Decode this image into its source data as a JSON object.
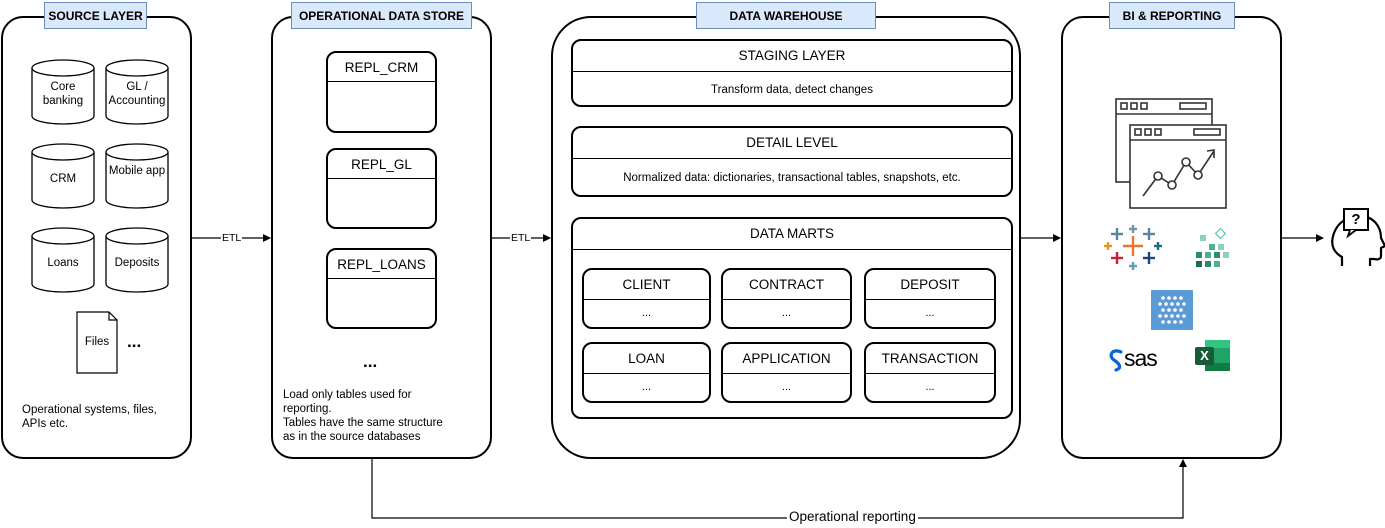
{
  "source_layer": {
    "header": "SOURCE LAYER",
    "systems": [
      "Core banking",
      "GL / Accounting",
      "CRM",
      "Mobile app",
      "Loans",
      "Deposits"
    ],
    "files_label": "Files",
    "more": "...",
    "note": "Operational systems, files, APIs etc."
  },
  "ods": {
    "header": "OPERATIONAL DATA STORE",
    "tables": [
      "REPL_CRM",
      "REPL_GL",
      "REPL_LOANS"
    ],
    "more": "...",
    "note_1": "Load only tables used for reporting.",
    "note_2": "Tables have the same structure as in the source databases"
  },
  "dwh": {
    "header": "DATA WAREHOUSE",
    "staging": {
      "title": "STAGING LAYER",
      "desc": "Transform data, detect changes"
    },
    "detail": {
      "title": "DETAIL LEVEL",
      "desc": "Normalized data: dictionaries, transactional tables, snapshots, etc."
    },
    "marts": {
      "title": "DATA MARTS",
      "items": [
        {
          "name": "CLIENT",
          "body": "..."
        },
        {
          "name": "CONTRACT",
          "body": "..."
        },
        {
          "name": "DEPOSIT",
          "body": "..."
        },
        {
          "name": "LOAN",
          "body": "..."
        },
        {
          "name": "APPLICATION",
          "body": "..."
        },
        {
          "name": "TRANSACTION",
          "body": "..."
        }
      ]
    }
  },
  "bi": {
    "header": "BI & REPORTING",
    "tools": [
      "dashboard-icon",
      "tableau-logo",
      "qlik-logo",
      "powerbi-logo",
      "sas-logo",
      "excel-logo"
    ],
    "sas_text": "sas",
    "excel_text": "X"
  },
  "arrows": {
    "etl_1": "ETL",
    "etl_2": "ETL",
    "operational_reporting": "Operational reporting"
  },
  "end_user": {
    "icon": "user-question-icon",
    "symbol": "?"
  },
  "colors": {
    "header_fill": "#dae8fc",
    "header_border": "#6c8ebf",
    "stroke": "#000000"
  }
}
